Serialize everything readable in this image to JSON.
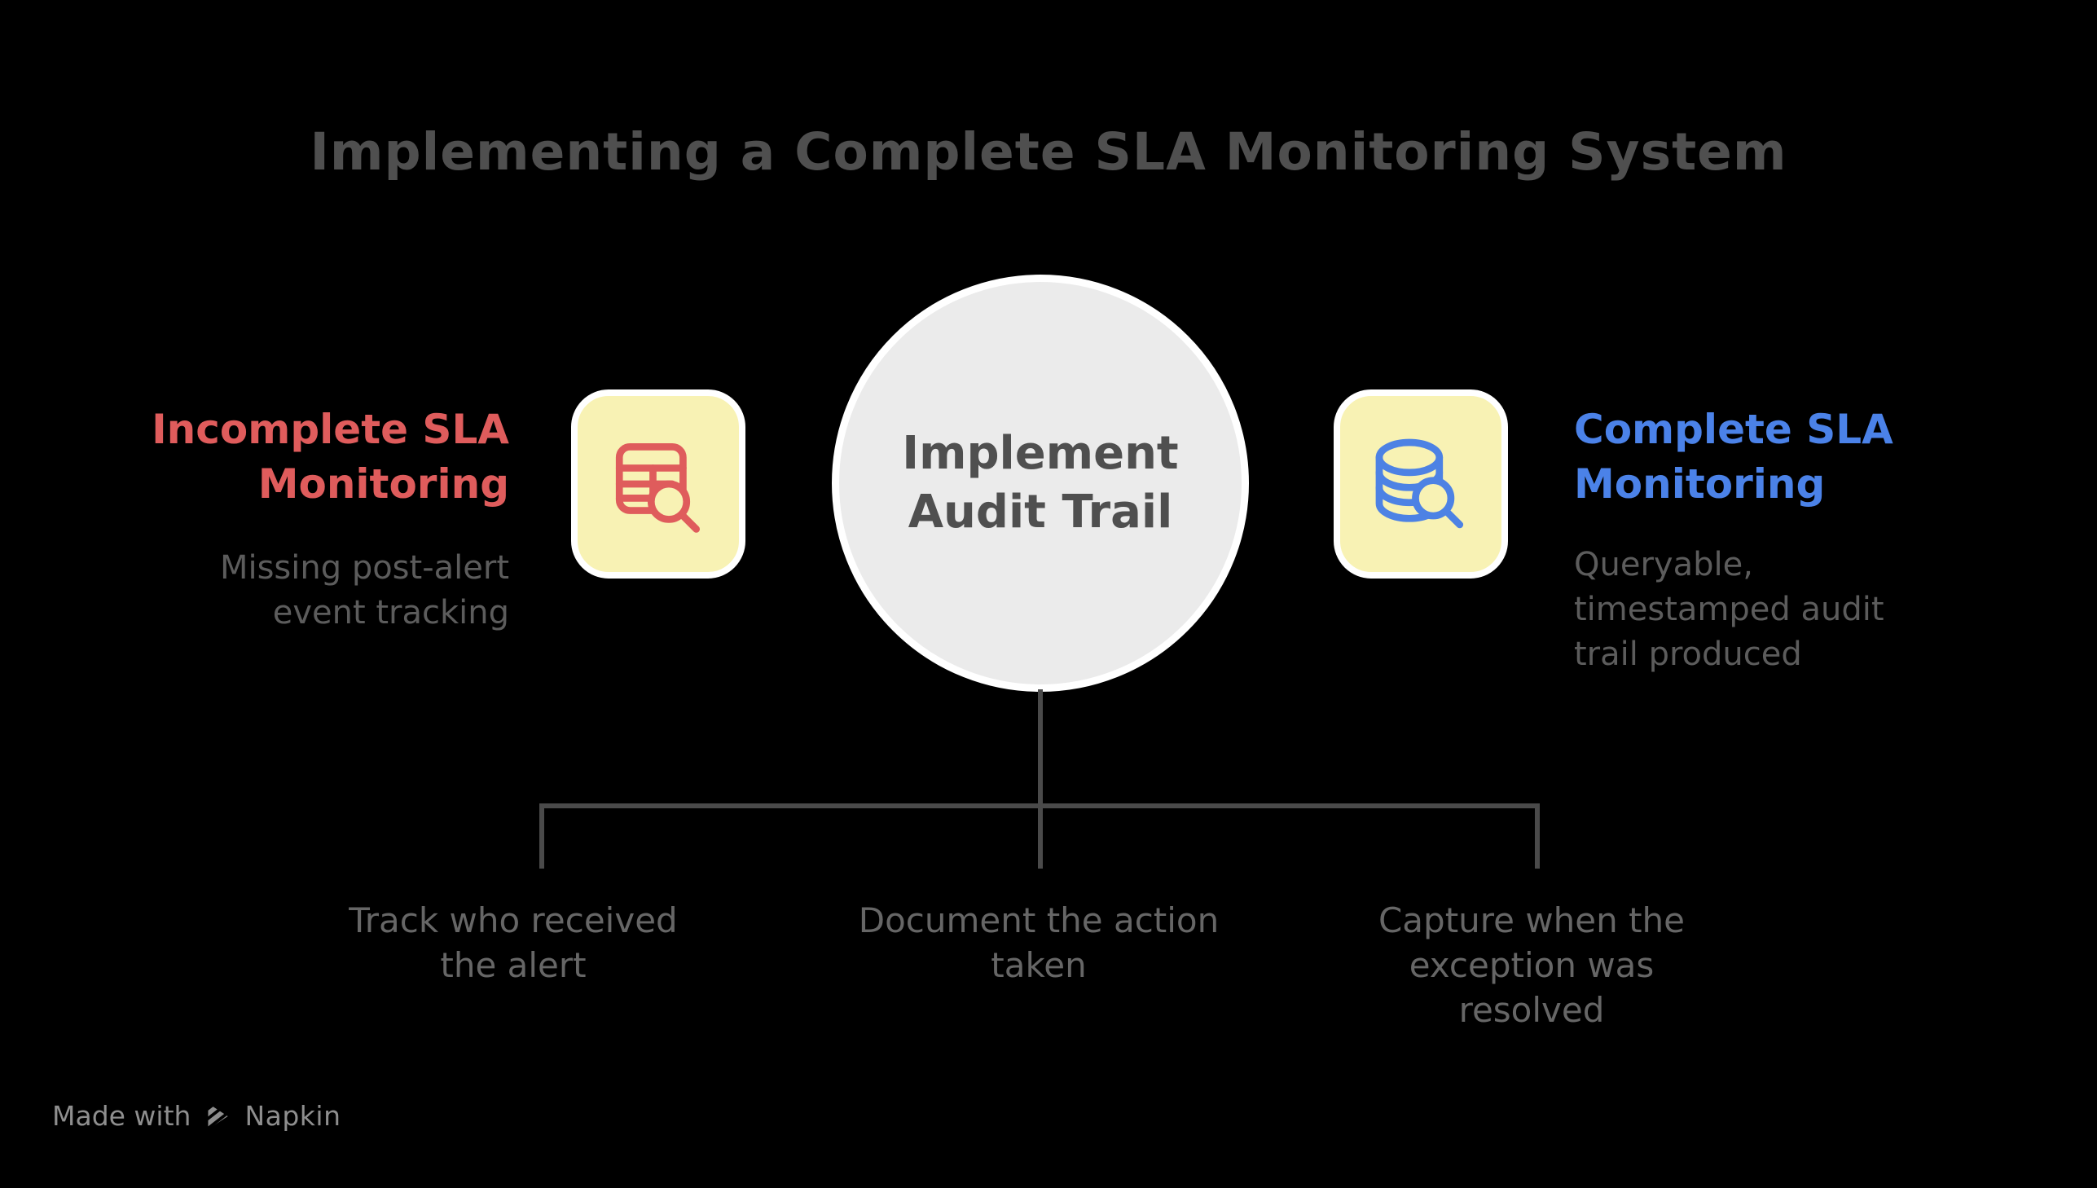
{
  "title": "Implementing a Complete SLA Monitoring System",
  "colors": {
    "background": "#000000",
    "title_gray": "#4F4F4F",
    "red": "#DF5C5C",
    "blue": "#4B82E8",
    "icon_red": "#DF5C5C",
    "icon_blue": "#4D82E4",
    "yellow": "#F8F2B4",
    "card_border": "#FFFFFF",
    "circle_fill": "#EBEBEB",
    "circle_text": "#4F4F4F",
    "subtitle_gray": "#5C5C5C",
    "branch_gray": "#666666",
    "line_gray": "#4A4A4A",
    "watermark_gray": "#8E8E8E"
  },
  "left_node": {
    "icon": "table-search-icon",
    "title_lines": [
      "Incomplete SLA",
      "Monitoring"
    ],
    "subtitle_lines": [
      "Missing post-alert",
      "event tracking"
    ]
  },
  "center_node": {
    "title_lines": [
      "Implement",
      "Audit Trail"
    ]
  },
  "right_node": {
    "icon": "database-search-icon",
    "title_lines": [
      "Complete SLA",
      "Monitoring"
    ],
    "subtitle_lines": [
      "Queryable,",
      "timestamped audit",
      "trail produced"
    ]
  },
  "branches": [
    {
      "lines": [
        "Track who received",
        "the alert"
      ]
    },
    {
      "lines": [
        "Document the action",
        "taken"
      ]
    },
    {
      "lines": [
        "Capture when the",
        "exception was",
        "resolved"
      ]
    }
  ],
  "watermark": {
    "made_with": "Made with",
    "logo": "napkin-logo",
    "brand": "Napkin"
  }
}
